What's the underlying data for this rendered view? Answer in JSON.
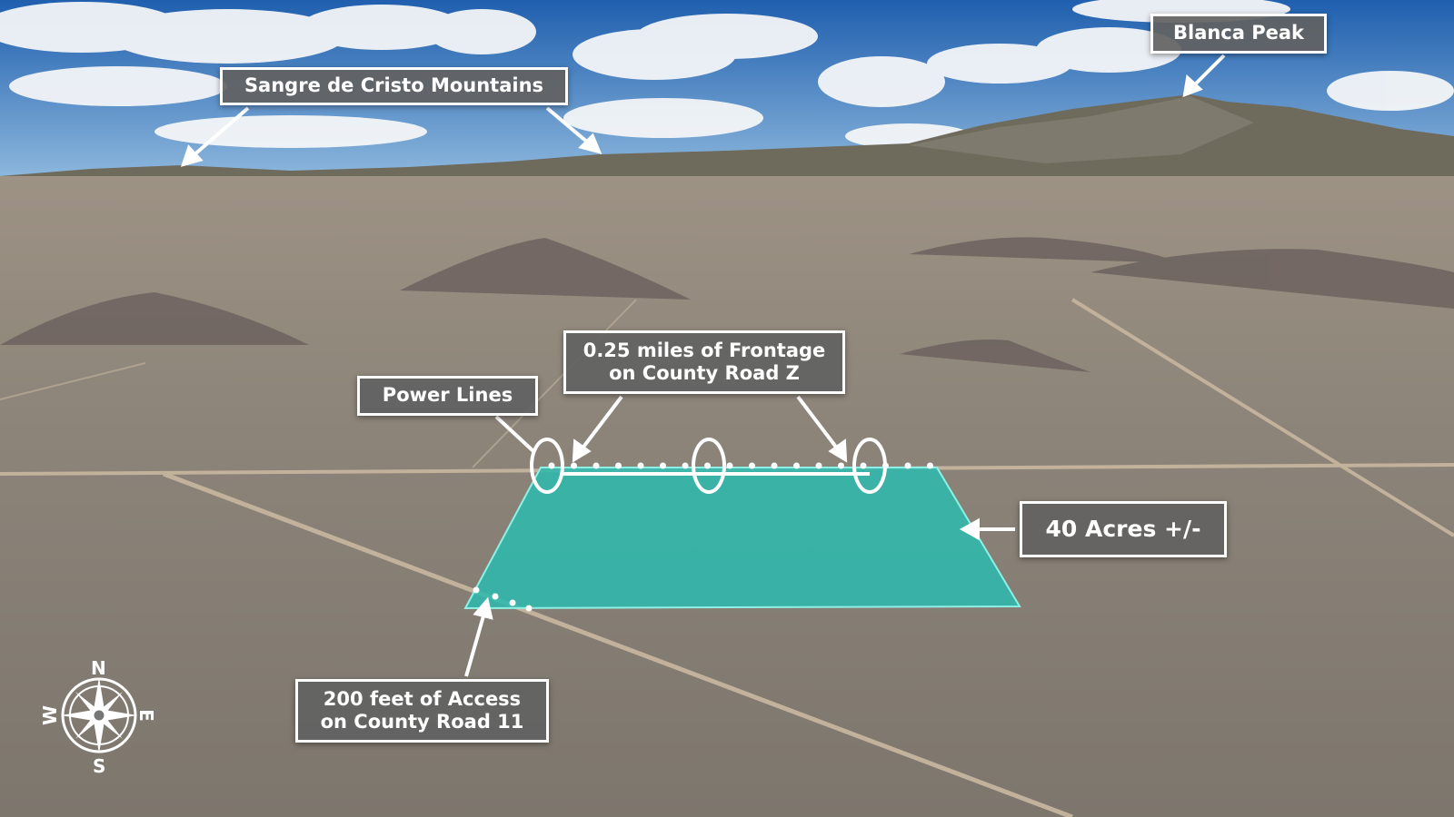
{
  "labels": {
    "mountains": "Sangre de Cristo Mountains",
    "peak": "Blanca Peak",
    "frontage_line1": "0.25 miles of Frontage",
    "frontage_line2": "on County Road Z",
    "power": "Power Lines",
    "acres": "40 Acres +/-",
    "access_line1": "200 feet of Access",
    "access_line2": "on County Road 11"
  },
  "compass": {
    "n": "N",
    "s": "S",
    "e": "E",
    "w": "W"
  },
  "colors": {
    "parcel": "#2fb8ad",
    "label_bg": "#626262",
    "sky": "#3a7fc4"
  }
}
